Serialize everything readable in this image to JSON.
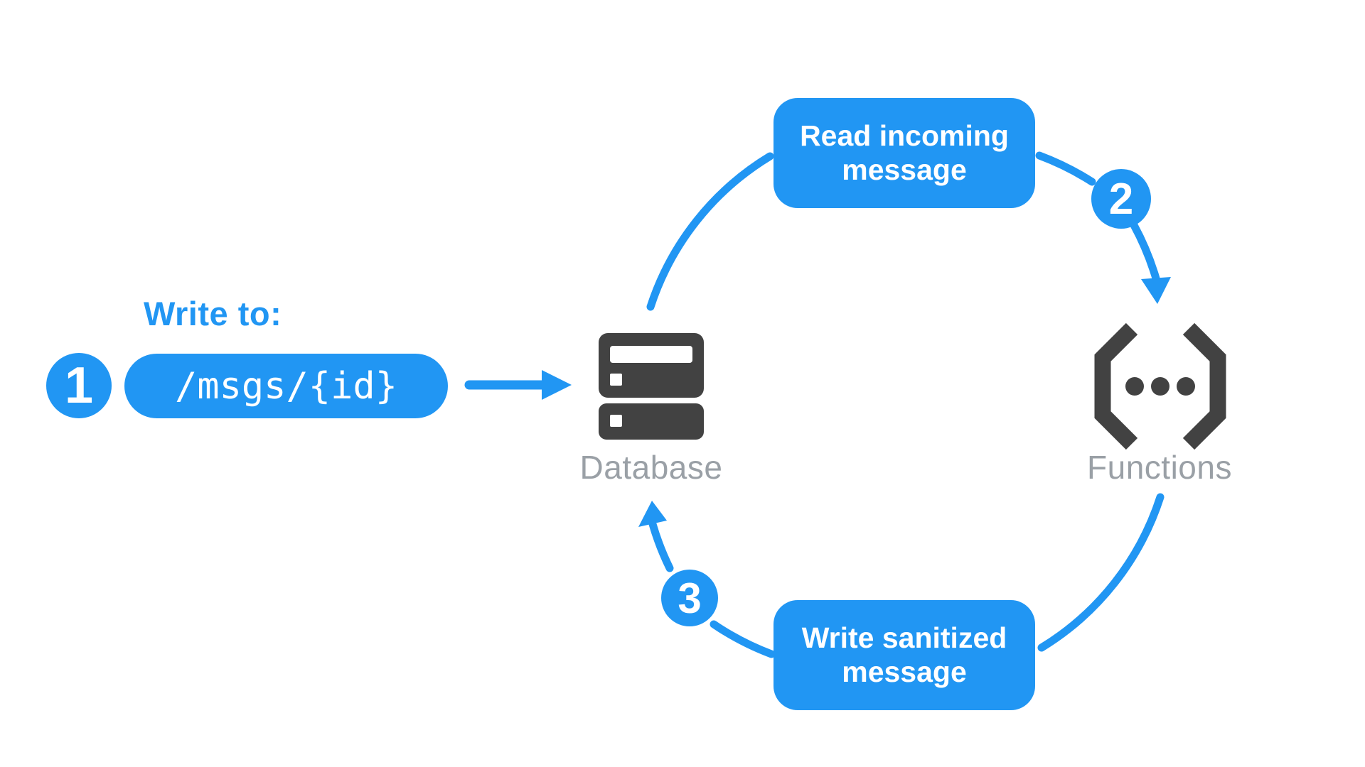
{
  "diagram": {
    "title": {
      "label": "Write to:"
    },
    "pill": {
      "path": "/msgs/{id}"
    },
    "badges": [
      {
        "number": "1"
      },
      {
        "number": "2"
      },
      {
        "number": "3"
      }
    ],
    "boxes": {
      "read": {
        "label": "Read incoming message"
      },
      "write": {
        "label": "Write sanitized message"
      }
    },
    "nodes": {
      "database": {
        "label": "Database",
        "icon": "database-icon"
      },
      "functions": {
        "label": "Functions",
        "icon": "functions-icon"
      }
    },
    "colors": {
      "accent_blue": "#2196F3",
      "icon_dark": "#424242",
      "label_gray": "#9AA0A6",
      "text_on_blue": "#FFFFFF",
      "background": "#FFFFFF"
    }
  }
}
